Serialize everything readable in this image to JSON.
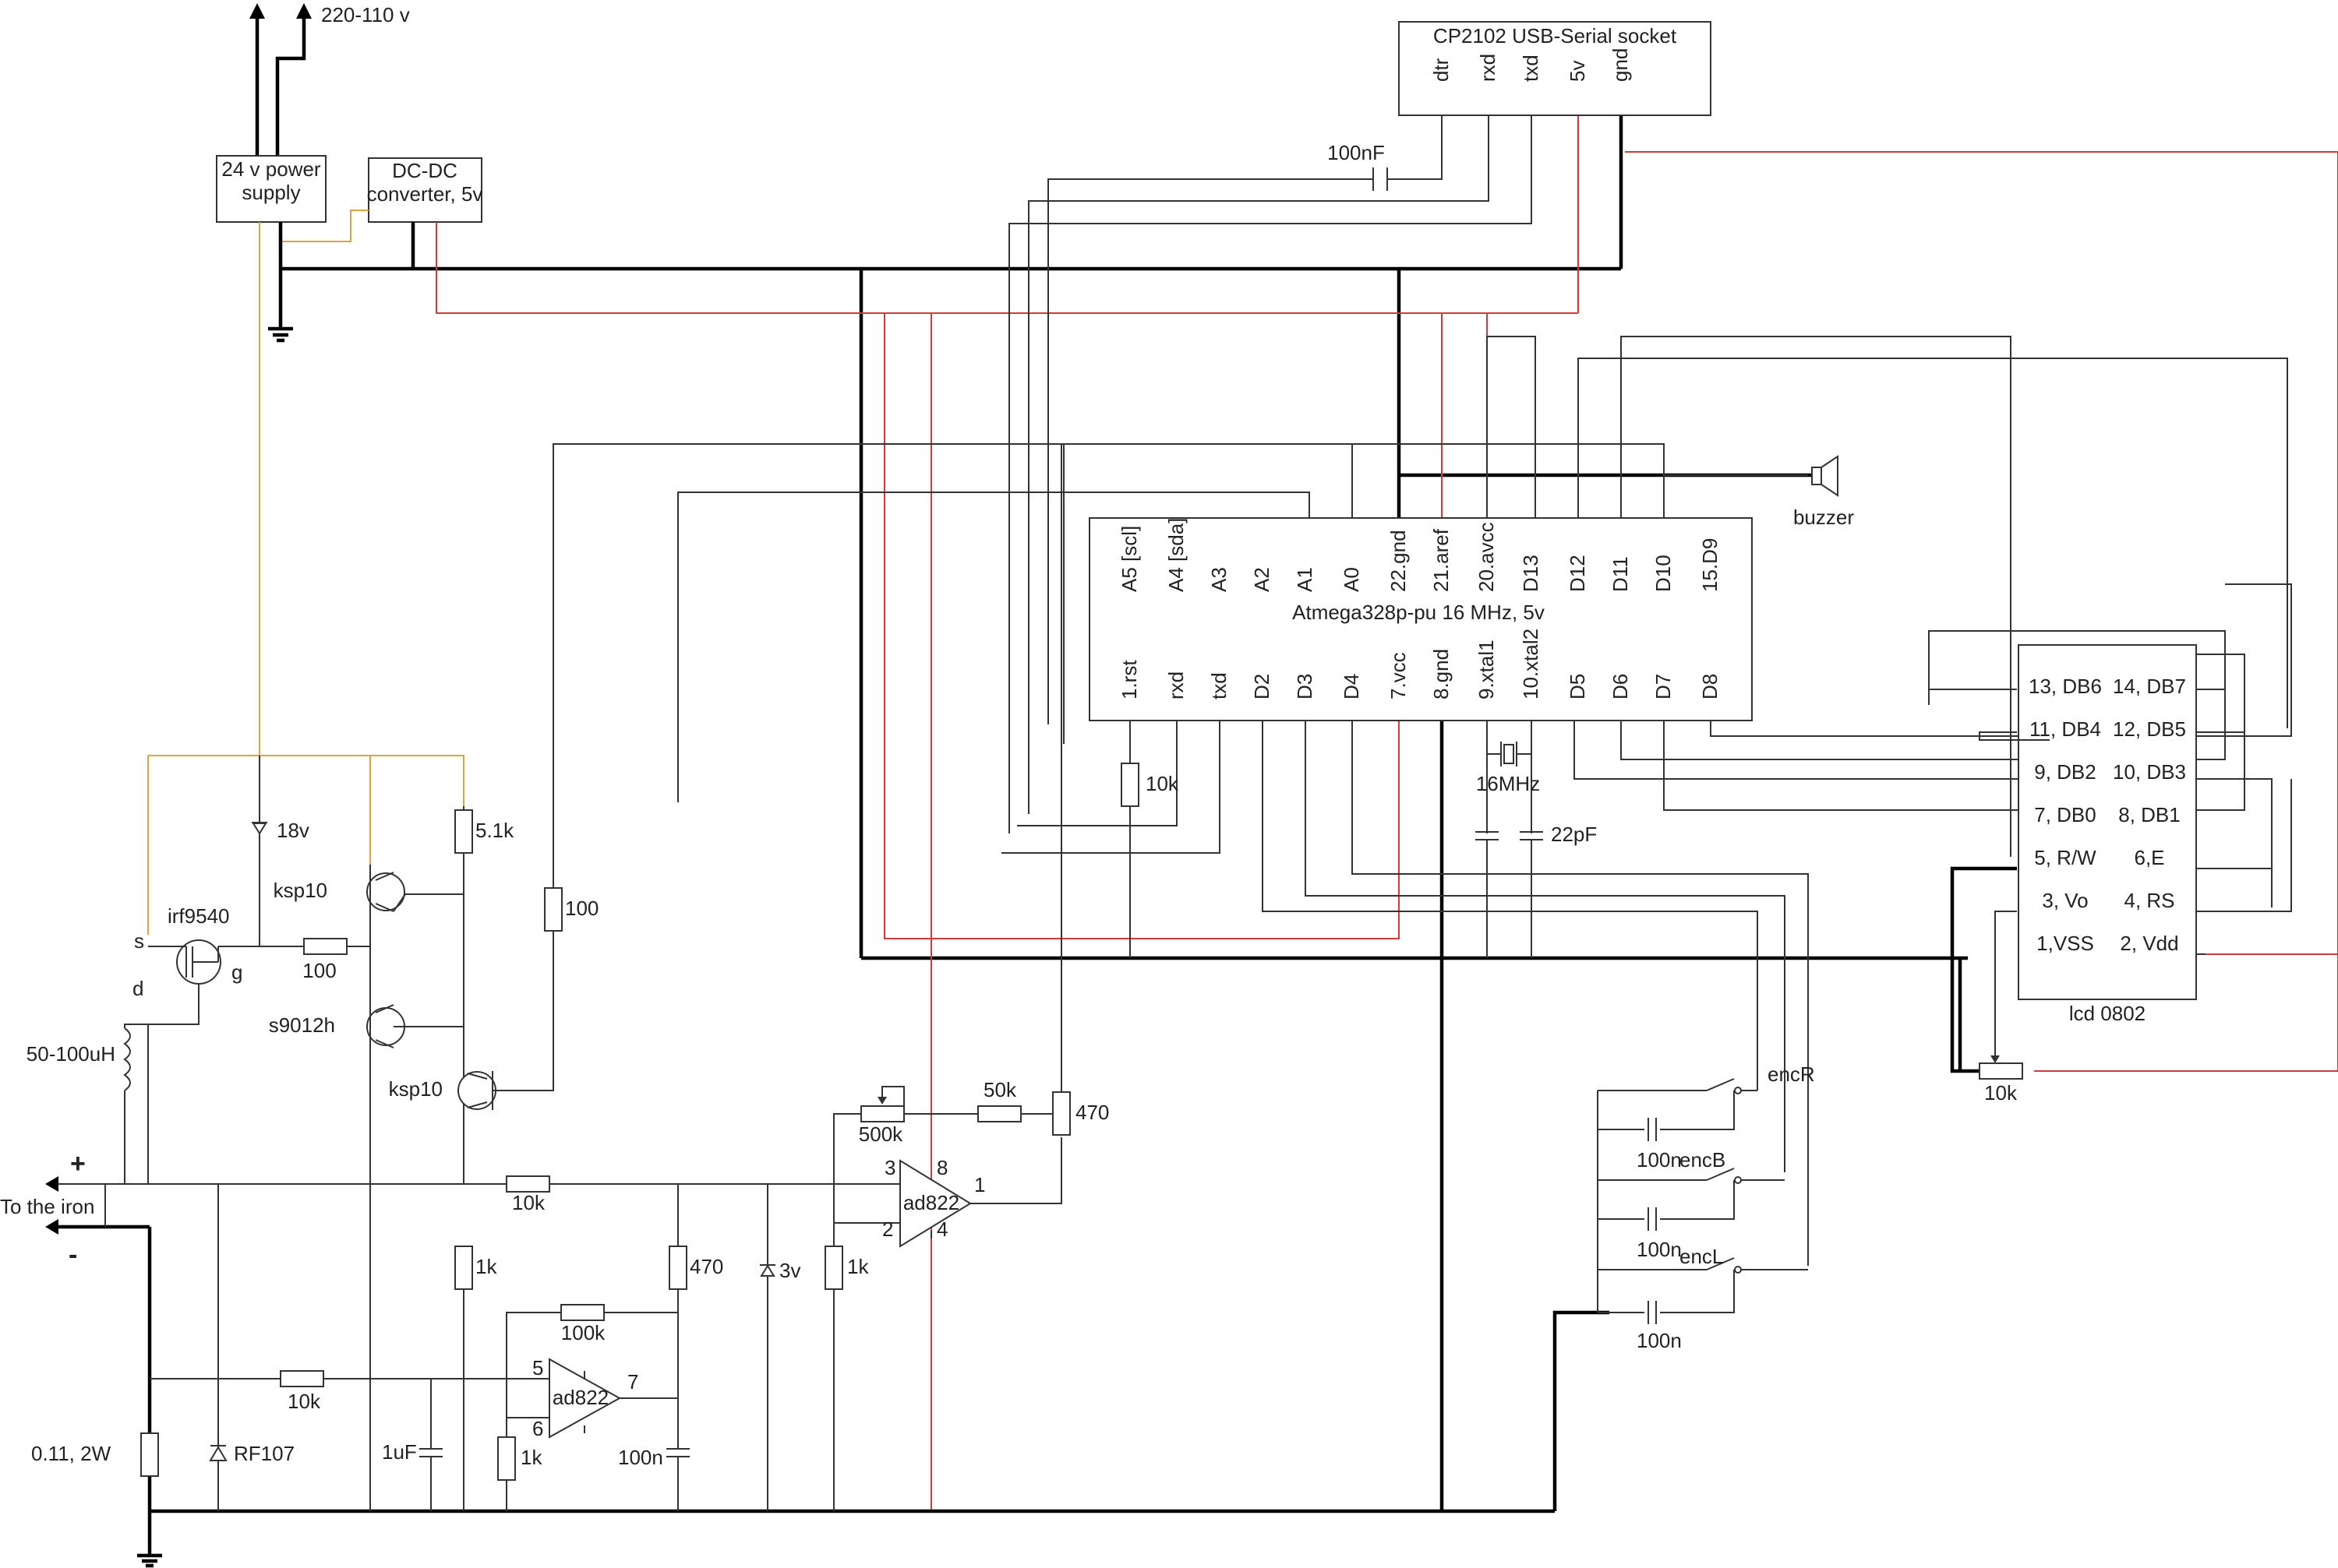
{
  "mains": {
    "label": "220-110 v"
  },
  "psu24": {
    "line1": "24 v power",
    "line2": "supply"
  },
  "dcdc": {
    "line1": "DC-DC",
    "line2": "converter, 5v"
  },
  "usb": {
    "title": "CP2102 USB-Serial socket",
    "pins": [
      "dtr",
      "rxd",
      "txd",
      "5v",
      "gnd"
    ]
  },
  "cap_100nf_usb": "100nF",
  "mcu": {
    "title": "Atmega328p-pu 16 MHz, 5v",
    "top_pins": [
      "A5 [scl]",
      "A4 [sda]",
      "A3",
      "A2",
      "A1",
      "A0",
      "22.gnd",
      "21.aref",
      "20.avcc",
      "D13",
      "D12",
      "D11",
      "D10",
      "15.D9"
    ],
    "bottom_pins": [
      "1.rst",
      "rxd",
      "txd",
      "D2",
      "D3",
      "D4",
      "7.vcc",
      "8.gnd",
      "9.xtal1",
      "10.xtal2",
      "D5",
      "D6",
      "D7",
      "D8"
    ]
  },
  "buzzer": "buzzer",
  "r_rst": "10k",
  "crystal": "16MHz",
  "caps_xtal": "22pF",
  "lcd": {
    "title": "lcd 0802",
    "rows": [
      [
        "13, DB6",
        "14, DB7"
      ],
      [
        "11, DB4",
        "12, DB5"
      ],
      [
        "9, DB2",
        "10, DB3"
      ],
      [
        "7, DB0",
        "8, DB1"
      ],
      [
        "5, R/W",
        "6,E"
      ],
      [
        "3, Vo",
        "4, RS"
      ],
      [
        "1,VSS",
        "2, Vdd"
      ]
    ]
  },
  "pot_lcd": "10k",
  "encoders": {
    "r": "encR",
    "b": "encB",
    "l": "encL",
    "cap": "100n"
  },
  "power_stage": {
    "zener_18": "18v",
    "r_51k": "5.1k",
    "q1": "ksp10",
    "q2": "s9012h",
    "q3": "ksp10",
    "mosfet": "irf9540",
    "pin_s": "s",
    "pin_d": "d",
    "pin_g": "g",
    "r_gate": "100",
    "r_base": "100",
    "inductor": "50-100uH",
    "iron_label": "To  the iron",
    "plus": "+",
    "minus": "-",
    "r_shunt": "0.11, 2W",
    "diode": "RF107"
  },
  "amp": {
    "r_10k_in": "10k",
    "r_1k_a": "1k",
    "r_470_a": "470",
    "zener_3v": "3v",
    "r_1k_b": "1k",
    "pot_500k": "500k",
    "r_50k": "50k",
    "r_470_b": "470",
    "op_label": "ad822",
    "op1_pins": [
      "3",
      "8",
      "1",
      "2",
      "4"
    ],
    "r_10k_low": "10k",
    "cap_1uf": "1uF",
    "r_1k_c": "1k",
    "r_100k": "100k",
    "op2_pins": [
      "5",
      "6",
      "7"
    ],
    "cap_100n": "100n"
  }
}
